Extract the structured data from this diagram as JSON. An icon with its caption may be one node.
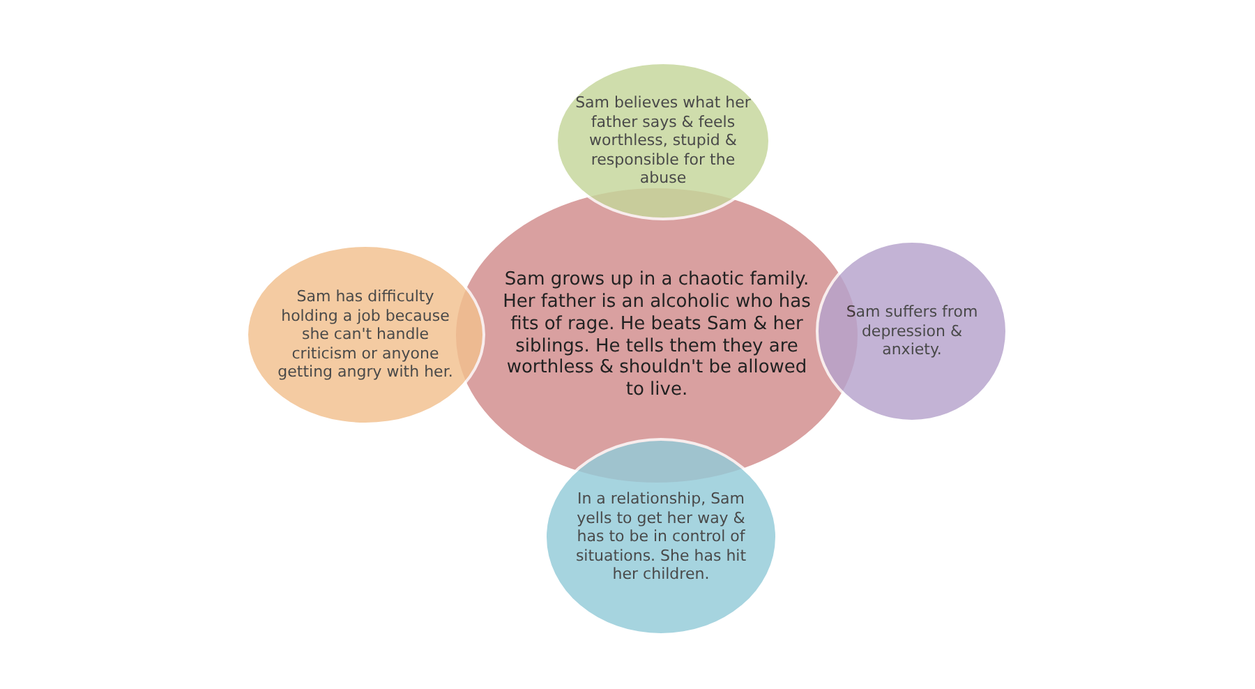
{
  "diagram": {
    "nodes": [
      {
        "text": [
          "Sam grows up in a chaotic family.  Her father is an alcoholic who has fits of rage. He beats Sam & her siblings. He tells them they are worthless & shouldn't be allowed to live."
        ]
      },
      {
        "text": [
          "Sam believes what her father says & feels worthless, stupid & responsible for the abuse"
        ]
      },
      {
        "text": [
          "Sam has difficulty holding a job because she can't handle criticism or anyone getting angry with her."
        ]
      },
      {
        "text": [
          "Sam suffers from depression & anxiety."
        ]
      },
      {
        "text": [
          "In a relationship, Sam yells to get her way & has to be in control of situations.  She has hit her children."
        ]
      }
    ]
  }
}
